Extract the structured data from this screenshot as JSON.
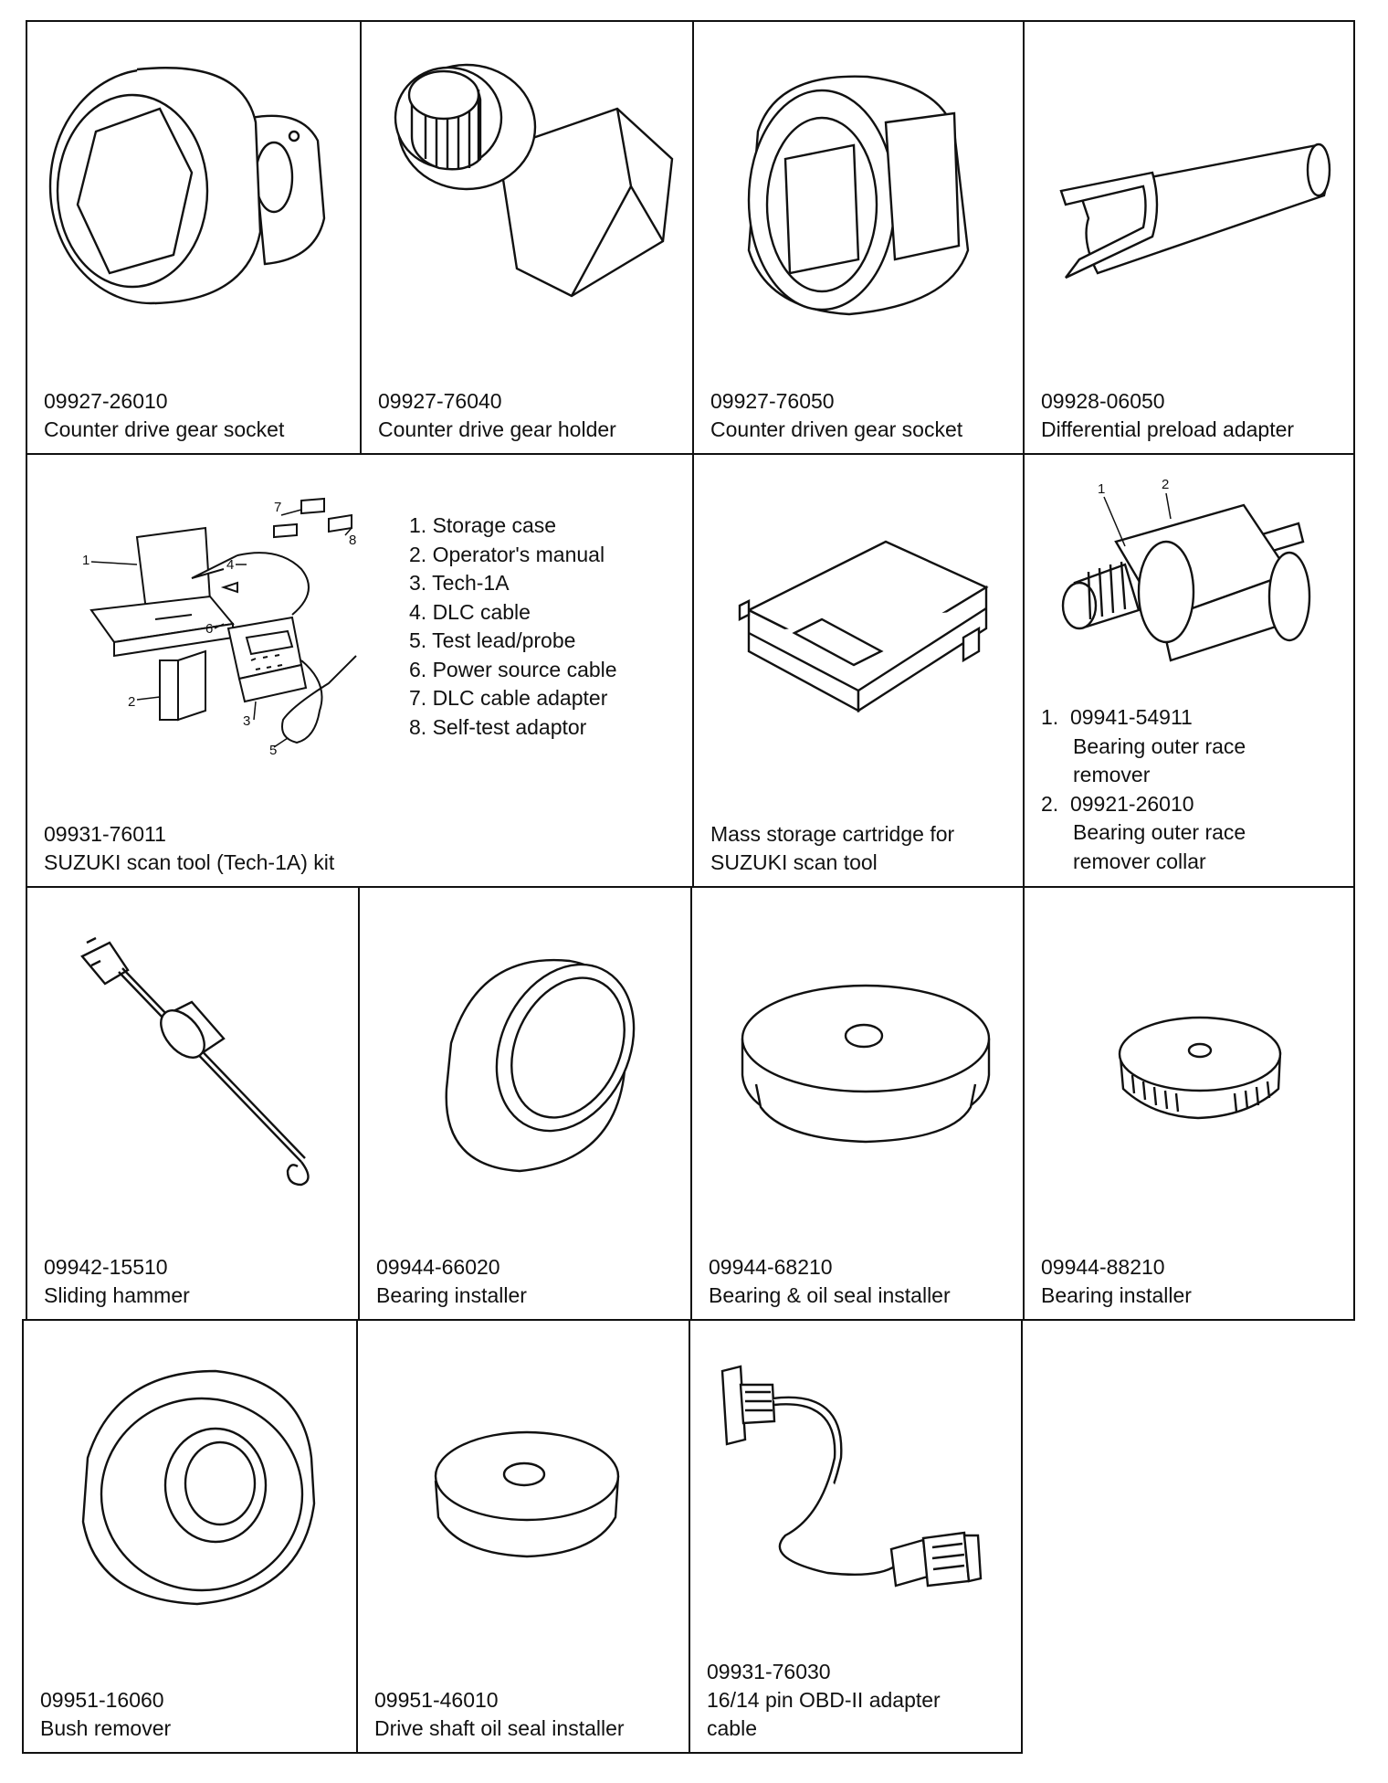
{
  "tools": [
    {
      "code": "09927-26010",
      "name": "Counter drive gear socket",
      "icon": "hex-socket-icon"
    },
    {
      "code": "09927-76040",
      "name": "Counter drive gear holder",
      "icon": "splined-holder-icon"
    },
    {
      "code": "09927-76050",
      "name": "Counter driven gear socket",
      "icon": "driven-socket-icon"
    },
    {
      "code": "09928-06050",
      "name": "Differential preload adapter",
      "icon": "preload-adapter-icon"
    },
    {
      "code": "09931-76011",
      "name": "SUZUKI scan tool (Tech-1A) kit",
      "icon": "scan-tool-kit-icon",
      "callouts": [
        "1",
        "2",
        "3",
        "4",
        "5",
        "6",
        "7",
        "8"
      ],
      "contents": [
        "1.  Storage case",
        "2.  Operator's manual",
        "3.  Tech-1A",
        "4.  DLC cable",
        "5.  Test lead/probe",
        "6.  Power source cable",
        "7.  DLC cable adapter",
        "8.  Self-test adaptor"
      ]
    },
    {
      "code": "",
      "name_lines": [
        "Mass storage cartridge for",
        "SUZUKI scan tool"
      ],
      "icon": "cartridge-icon"
    },
    {
      "icon": "race-remover-icon",
      "callouts": [
        "1",
        "2"
      ],
      "items": [
        {
          "num": "1.",
          "code": "09941-54911",
          "name_lines": [
            "Bearing outer race",
            "remover"
          ]
        },
        {
          "num": "2.",
          "code": "09921-26010",
          "name_lines": [
            "Bearing outer race",
            "remover collar"
          ]
        }
      ]
    },
    {
      "code": "09942-15510",
      "name": "Sliding hammer",
      "icon": "sliding-hammer-icon"
    },
    {
      "code": "09944-66020",
      "name": "Bearing installer",
      "icon": "ring-installer-icon"
    },
    {
      "code": "09944-68210",
      "name": "Bearing & oil seal installer",
      "icon": "stepped-disc-icon"
    },
    {
      "code": "09944-88210",
      "name": "Bearing installer",
      "icon": "knurled-disc-icon"
    },
    {
      "code": "09951-16060",
      "name": "Bush remover",
      "icon": "bush-remover-icon"
    },
    {
      "code": "09951-46010",
      "name": "Drive shaft oil seal installer",
      "icon": "flat-disc-icon"
    },
    {
      "code": "09931-76030",
      "name_lines": [
        "16/14 pin OBD-II adapter",
        "cable"
      ],
      "icon": "obd-cable-icon"
    }
  ]
}
